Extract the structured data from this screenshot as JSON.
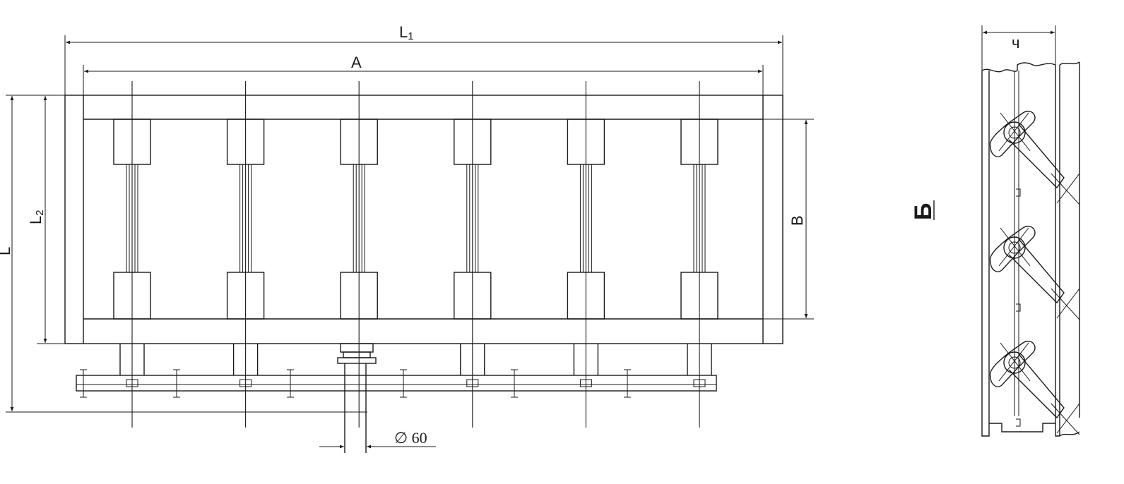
{
  "drawing": {
    "dim_overall_length": "L",
    "dim_overall_length_sub": "1",
    "dim_inner_length": "A",
    "dim_height": "L",
    "dim_inner_height": "L",
    "dim_inner_height_sub": "2",
    "dim_width": "B",
    "dim_shaft_diameter": "∅ 60",
    "view_label": "Б",
    "side_dim_label": "ч",
    "blade_count": 6,
    "side_view_arm_count": 3
  }
}
